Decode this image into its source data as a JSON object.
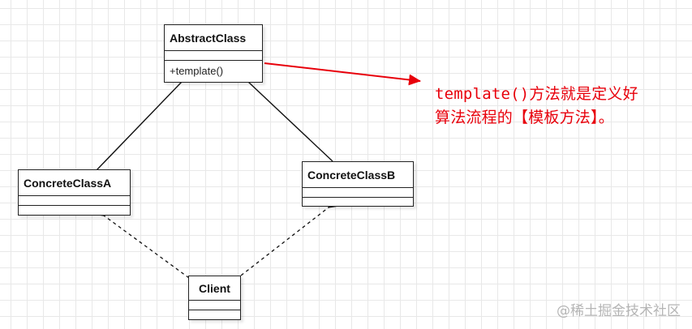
{
  "diagram": {
    "type": "uml-class-diagram",
    "classes": [
      {
        "id": "abstract",
        "name": "AbstractClass",
        "attributes": [],
        "methods": [
          "+template()"
        ]
      },
      {
        "id": "concreteA",
        "name": "ConcreteClassA",
        "attributes": [],
        "methods": []
      },
      {
        "id": "concreteB",
        "name": "ConcreteClassB",
        "attributes": [],
        "methods": []
      },
      {
        "id": "client",
        "name": "Client",
        "attributes": [],
        "methods": []
      }
    ],
    "relations": [
      {
        "from": "ConcreteClassA",
        "to": "AbstractClass",
        "kind": "generalization"
      },
      {
        "from": "ConcreteClassB",
        "to": "AbstractClass",
        "kind": "generalization"
      },
      {
        "from": "Client",
        "to": "ConcreteClassA",
        "kind": "dependency"
      },
      {
        "from": "Client",
        "to": "ConcreteClassB",
        "kind": "dependency"
      }
    ],
    "annotation": {
      "lines": [
        "template()方法就是定义好",
        "算法流程的【模板方法】。"
      ],
      "color": "#e8000b",
      "points_to": "+template()"
    }
  },
  "watermark": "@稀土掘金技术社区"
}
